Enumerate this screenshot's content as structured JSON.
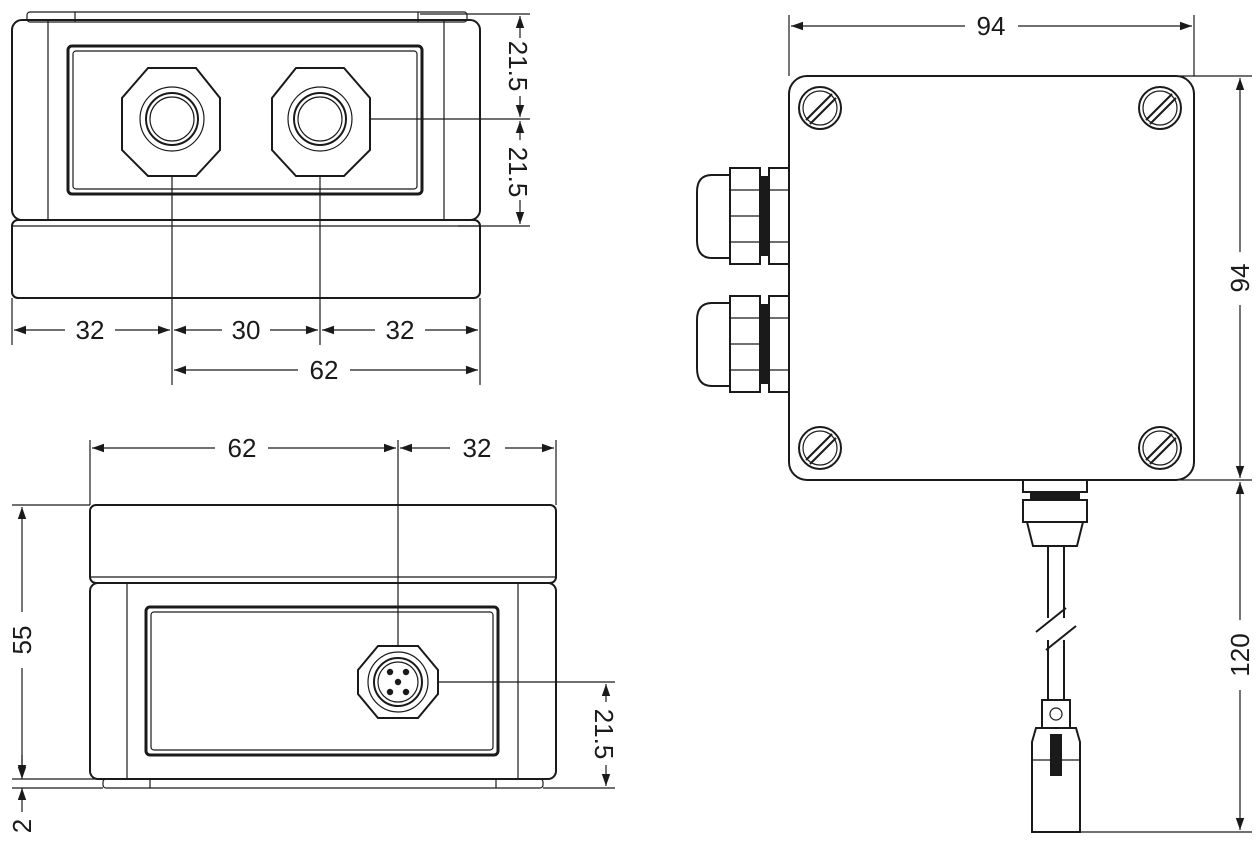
{
  "drawing": {
    "views": [
      "top-view",
      "front-view",
      "side-view"
    ],
    "dimensions": {
      "top_gland_offset_upper": "21.5",
      "top_gland_offset_lower": "21.5",
      "top_left_edge_to_gland": "32",
      "top_gland_spacing": "30",
      "top_gland_to_right_edge": "32",
      "top_gland_to_right_total": "62",
      "front_left_to_connector": "62",
      "front_connector_to_right": "32",
      "front_height": "55",
      "front_connector_height": "21.5",
      "front_base": "2",
      "side_width": "94",
      "side_height": "94",
      "cable_length": "120"
    }
  }
}
